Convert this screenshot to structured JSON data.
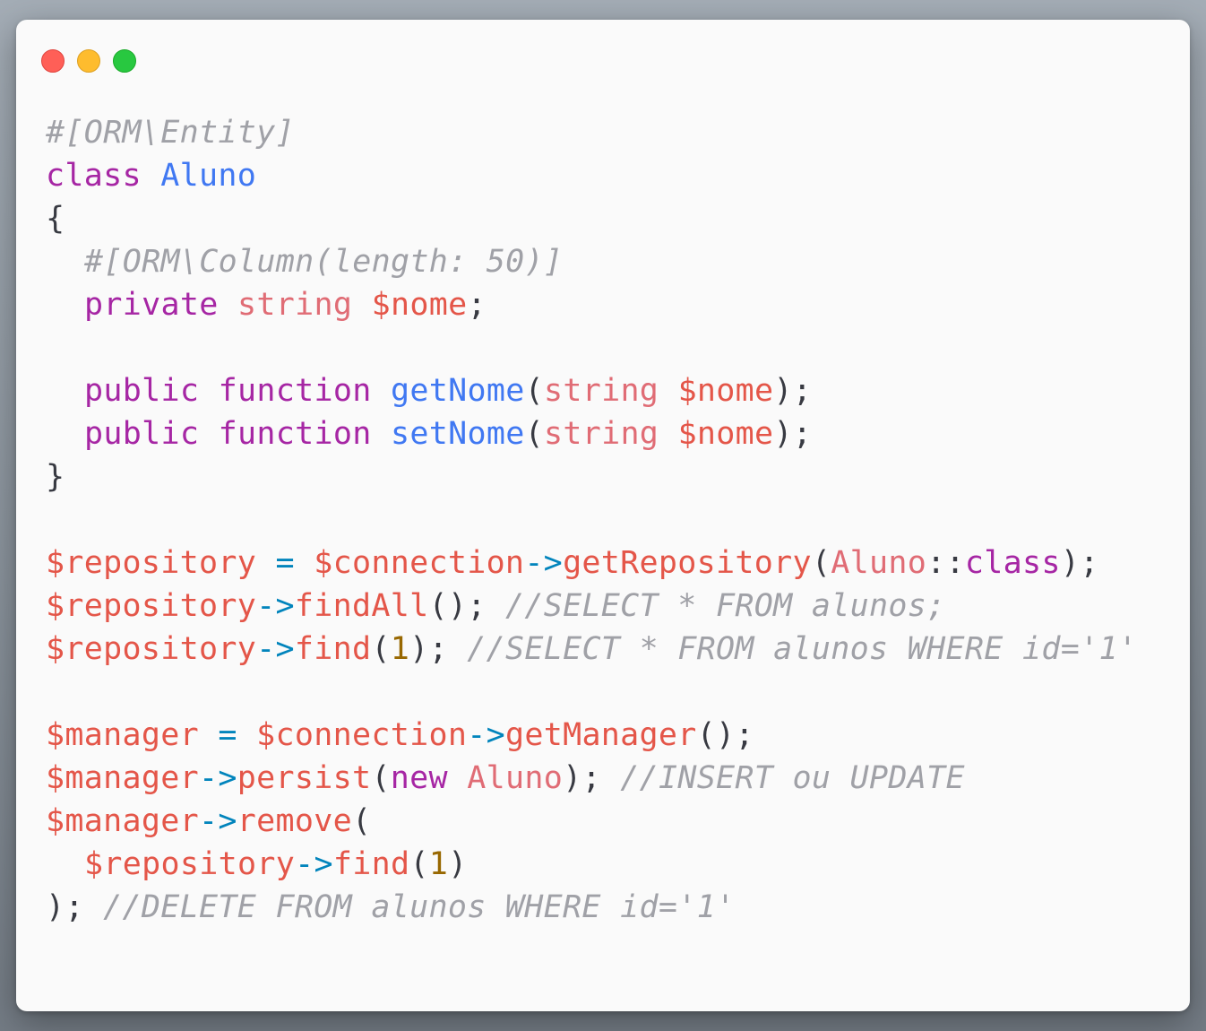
{
  "window": {
    "controls": {
      "close_color": "#ff5f57",
      "minimize_color": "#febc2e",
      "maximize_color": "#28c840"
    }
  },
  "code": {
    "language": "php",
    "lines": [
      {
        "tokens": [
          {
            "t": "#[ORM\\Entity]",
            "k": "c"
          }
        ]
      },
      {
        "tokens": [
          {
            "t": "class",
            "k": "kw"
          },
          {
            "t": " ",
            "k": "p"
          },
          {
            "t": "Aluno",
            "k": "cls"
          }
        ]
      },
      {
        "tokens": [
          {
            "t": "{",
            "k": "p"
          }
        ]
      },
      {
        "indent": 1,
        "tokens": [
          {
            "t": "#[ORM\\Column(length: 50)]",
            "k": "c"
          }
        ]
      },
      {
        "indent": 1,
        "tokens": [
          {
            "t": "private",
            "k": "kw"
          },
          {
            "t": " ",
            "k": "p"
          },
          {
            "t": "string",
            "k": "ty"
          },
          {
            "t": " ",
            "k": "p"
          },
          {
            "t": "$nome",
            "k": "var"
          },
          {
            "t": ";",
            "k": "p"
          }
        ]
      },
      {
        "tokens": []
      },
      {
        "indent": 1,
        "tokens": [
          {
            "t": "public",
            "k": "kw"
          },
          {
            "t": " ",
            "k": "p"
          },
          {
            "t": "function",
            "k": "kw"
          },
          {
            "t": " ",
            "k": "p"
          },
          {
            "t": "getNome",
            "k": "fn"
          },
          {
            "t": "(",
            "k": "p"
          },
          {
            "t": "string",
            "k": "ty"
          },
          {
            "t": " ",
            "k": "p"
          },
          {
            "t": "$nome",
            "k": "var"
          },
          {
            "t": ");",
            "k": "p"
          }
        ]
      },
      {
        "indent": 1,
        "tokens": [
          {
            "t": "public",
            "k": "kw"
          },
          {
            "t": " ",
            "k": "p"
          },
          {
            "t": "function",
            "k": "kw"
          },
          {
            "t": " ",
            "k": "p"
          },
          {
            "t": "setNome",
            "k": "fn"
          },
          {
            "t": "(",
            "k": "p"
          },
          {
            "t": "string",
            "k": "ty"
          },
          {
            "t": " ",
            "k": "p"
          },
          {
            "t": "$nome",
            "k": "var"
          },
          {
            "t": ");",
            "k": "p"
          }
        ]
      },
      {
        "tokens": [
          {
            "t": "}",
            "k": "p"
          }
        ]
      },
      {
        "tokens": []
      },
      {
        "tokens": [
          {
            "t": "$repository",
            "k": "var"
          },
          {
            "t": " ",
            "k": "p"
          },
          {
            "t": "=",
            "k": "op"
          },
          {
            "t": " ",
            "k": "p"
          },
          {
            "t": "$connection",
            "k": "var"
          },
          {
            "t": "->",
            "k": "op"
          },
          {
            "t": "getRepository",
            "k": "mth"
          },
          {
            "t": "(",
            "k": "p"
          },
          {
            "t": "Aluno",
            "k": "ty"
          },
          {
            "t": "::",
            "k": "p"
          },
          {
            "t": "class",
            "k": "kw"
          },
          {
            "t": ");",
            "k": "p"
          }
        ]
      },
      {
        "tokens": [
          {
            "t": "$repository",
            "k": "var"
          },
          {
            "t": "->",
            "k": "op"
          },
          {
            "t": "findAll",
            "k": "mth"
          },
          {
            "t": "(); ",
            "k": "p"
          },
          {
            "t": "//SELECT * FROM alunos;",
            "k": "c"
          }
        ]
      },
      {
        "tokens": [
          {
            "t": "$repository",
            "k": "var"
          },
          {
            "t": "->",
            "k": "op"
          },
          {
            "t": "find",
            "k": "mth"
          },
          {
            "t": "(",
            "k": "p"
          },
          {
            "t": "1",
            "k": "num"
          },
          {
            "t": "); ",
            "k": "p"
          },
          {
            "t": "//SELECT * FROM alunos WHERE id='1'",
            "k": "c"
          }
        ]
      },
      {
        "tokens": []
      },
      {
        "tokens": [
          {
            "t": "$manager",
            "k": "var"
          },
          {
            "t": " ",
            "k": "p"
          },
          {
            "t": "=",
            "k": "op"
          },
          {
            "t": " ",
            "k": "p"
          },
          {
            "t": "$connection",
            "k": "var"
          },
          {
            "t": "->",
            "k": "op"
          },
          {
            "t": "getManager",
            "k": "mth"
          },
          {
            "t": "();",
            "k": "p"
          }
        ]
      },
      {
        "tokens": [
          {
            "t": "$manager",
            "k": "var"
          },
          {
            "t": "->",
            "k": "op"
          },
          {
            "t": "persist",
            "k": "mth"
          },
          {
            "t": "(",
            "k": "p"
          },
          {
            "t": "new",
            "k": "kw"
          },
          {
            "t": " ",
            "k": "p"
          },
          {
            "t": "Aluno",
            "k": "ty"
          },
          {
            "t": "); ",
            "k": "p"
          },
          {
            "t": "//INSERT ou UPDATE",
            "k": "c"
          }
        ]
      },
      {
        "tokens": [
          {
            "t": "$manager",
            "k": "var"
          },
          {
            "t": "->",
            "k": "op"
          },
          {
            "t": "remove",
            "k": "mth"
          },
          {
            "t": "(",
            "k": "p"
          }
        ]
      },
      {
        "indent": 1,
        "tokens": [
          {
            "t": "$repository",
            "k": "var"
          },
          {
            "t": "->",
            "k": "op"
          },
          {
            "t": "find",
            "k": "mth"
          },
          {
            "t": "(",
            "k": "p"
          },
          {
            "t": "1",
            "k": "num"
          },
          {
            "t": ")",
            "k": "p"
          }
        ]
      },
      {
        "tokens": [
          {
            "t": "); ",
            "k": "p"
          },
          {
            "t": "//DELETE FROM alunos WHERE id='1'",
            "k": "c"
          }
        ]
      }
    ]
  }
}
